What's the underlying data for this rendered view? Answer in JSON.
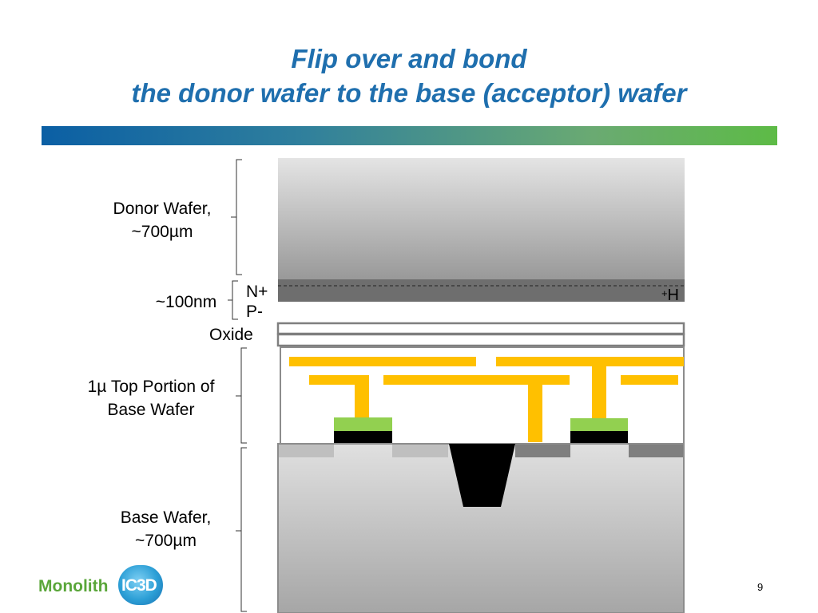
{
  "title": {
    "line1": "Flip over and bond",
    "line2": "the donor wafer to the base (acceptor) wafer"
  },
  "labels": {
    "donor_line1": "Donor Wafer,",
    "donor_line2": "~700µm",
    "thin_layer": "~100nm",
    "n_plus": "N+",
    "p_minus": "P-",
    "oxide": "Oxide",
    "top_portion_line1": "1µ Top Portion of",
    "top_portion_line2": "Base Wafer",
    "base_line1": "Base Wafer,",
    "base_line2": "~700µm",
    "hydrogen_sup": "+",
    "hydrogen": "H"
  },
  "colors": {
    "title": "#1f6fae",
    "interconnect": "#ffc000",
    "contact": "#92d050",
    "logo_green": "#5aa63a",
    "logo_blue": "#2c9fd6"
  },
  "logo": {
    "text": "Monolith",
    "badge": "IC3D"
  },
  "footer": {
    "page_number": "9"
  }
}
